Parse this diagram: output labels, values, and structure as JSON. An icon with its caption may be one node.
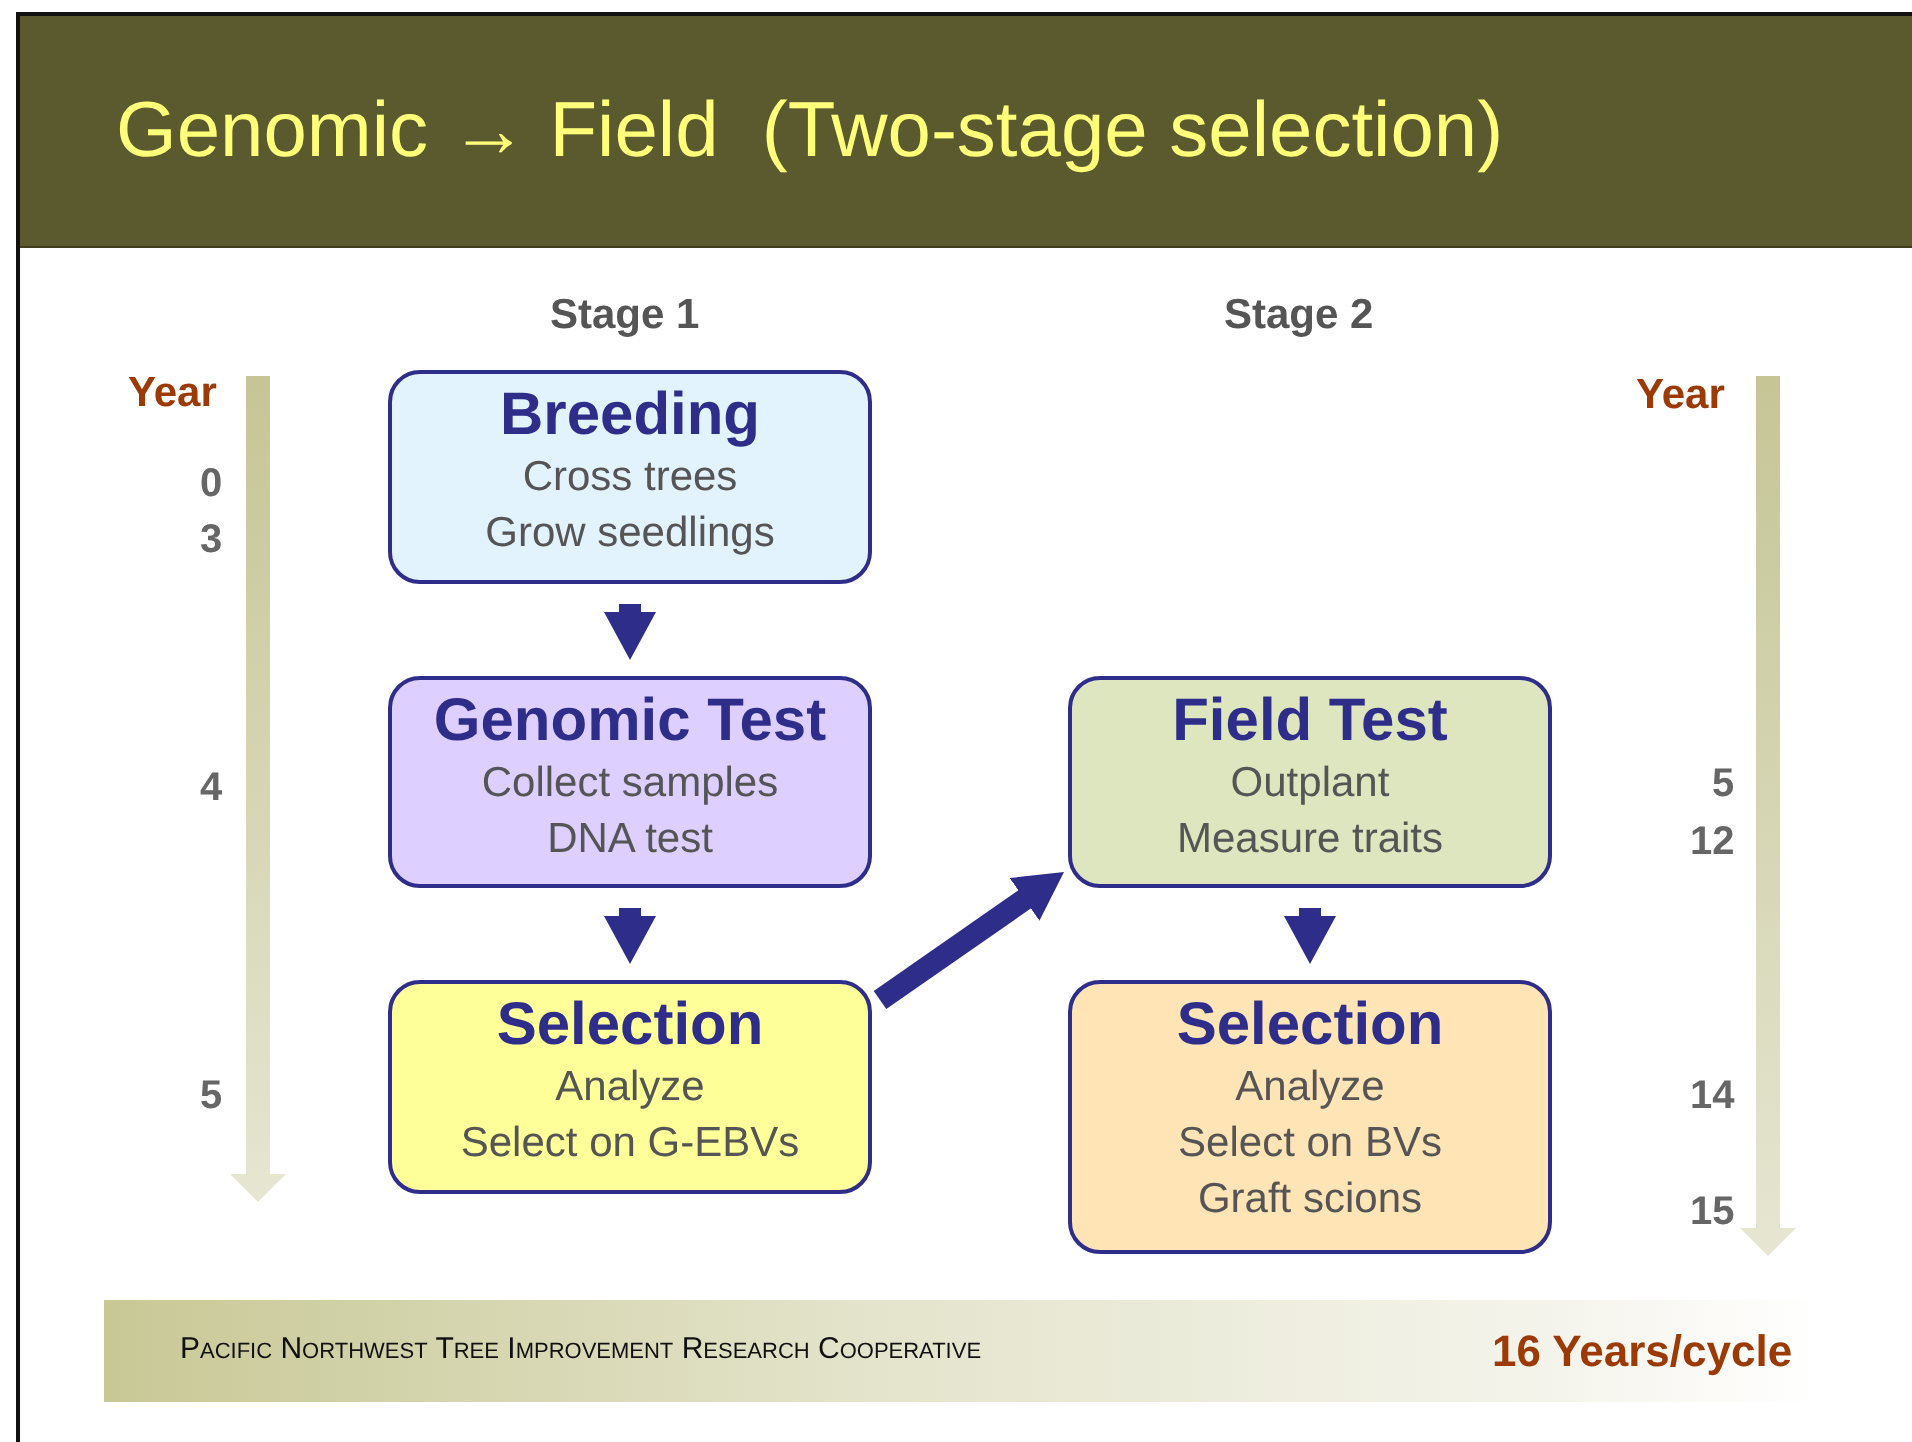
{
  "diagram": {
    "title": "Genomic → Field  (Two-stage selection)",
    "nodes": [
      {
        "text": [
          "Breeding",
          "Cross trees",
          "Grow seedlings"
        ]
      },
      {
        "text": [
          "Genomic Test",
          "Collect samples",
          "DNA test"
        ]
      },
      {
        "text": [
          "Selection",
          "Analyze",
          "Select on G-EBVs"
        ]
      },
      {
        "text": [
          "Field Test",
          "Outplant",
          "Measure traits"
        ]
      },
      {
        "text": [
          "Selection",
          "Analyze",
          "Select on BVs",
          "Graft scions"
        ]
      }
    ],
    "edges": [
      {
        "from": 0,
        "to": 1,
        "arrow": "to"
      },
      {
        "from": 1,
        "to": 2,
        "arrow": "to"
      },
      {
        "from": 2,
        "to": 3,
        "arrow": "to"
      },
      {
        "from": 3,
        "to": 4,
        "arrow": "to"
      }
    ],
    "labels": [
      "Stage 1",
      "Stage 2",
      "Year",
      "0",
      "3",
      "4",
      "5",
      "Year",
      "5",
      "12",
      "14",
      "15",
      "Pacific Northwest Tree Improvement Research Cooperative",
      "16 Years/cycle"
    ]
  }
}
